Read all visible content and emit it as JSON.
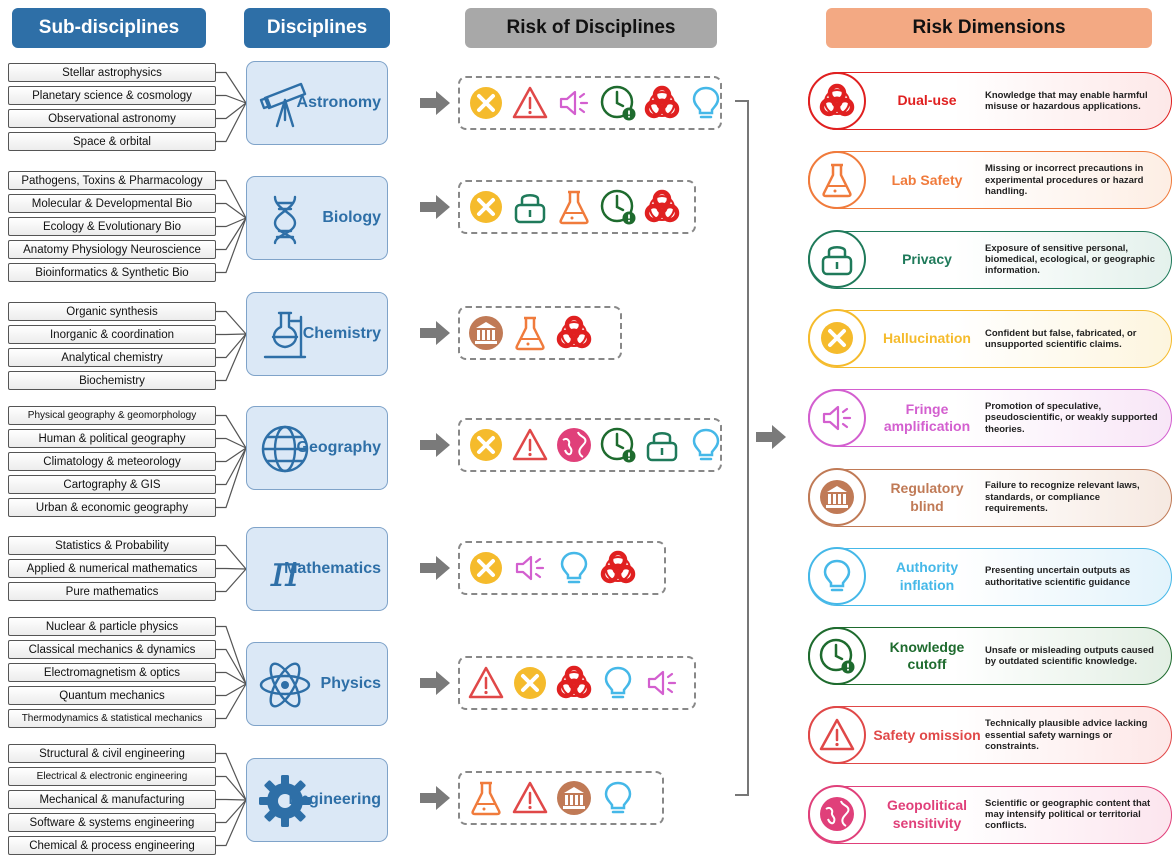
{
  "headers": {
    "subdisciplines": "Sub-disciplines",
    "disciplines": "Disciplines",
    "risk_of_disciplines": "Risk of Disciplines",
    "risk_dimensions": "Risk Dimensions"
  },
  "colors": {
    "header_blue": "#2e6fa7",
    "header_gray": "#a8a8a8",
    "header_orange": "#f3a983",
    "discipline_fill": "#dbe8f6",
    "discipline_text": "#2e6fa7"
  },
  "disciplines": [
    {
      "name": "Astronomy",
      "icon": "telescope-icon",
      "subs": [
        "Stellar astrophysics",
        "Planetary science & cosmology",
        "Observational astronomy",
        "Space & orbital"
      ],
      "risks": [
        "hallucination",
        "safety-omission",
        "fringe",
        "knowledge-cutoff",
        "dual-use",
        "authority"
      ]
    },
    {
      "name": "Biology",
      "icon": "dna-icon",
      "subs": [
        "Pathogens, Toxins & Pharmacology",
        "Molecular & Developmental Bio",
        "Ecology & Evolutionary Bio",
        "Anatomy Physiology Neuroscience",
        "Bioinformatics & Synthetic Bio"
      ],
      "risks": [
        "hallucination",
        "privacy",
        "lab-safety",
        "knowledge-cutoff",
        "dual-use"
      ]
    },
    {
      "name": "Chemistry",
      "icon": "flask-stand-icon",
      "subs": [
        "Organic synthesis",
        "Inorganic & coordination",
        "Analytical chemistry",
        "Biochemistry"
      ],
      "risks": [
        "regulatory",
        "lab-safety",
        "dual-use"
      ]
    },
    {
      "name": "Geography",
      "icon": "globe-icon",
      "subs": [
        "Physical geography & geomorphology",
        "Human & political geography",
        "Climatology & meteorology",
        "Cartography & GIS",
        "Urban & economic geography"
      ],
      "risks": [
        "hallucination",
        "safety-omission",
        "geopolitical",
        "knowledge-cutoff",
        "privacy",
        "authority"
      ]
    },
    {
      "name": "Mathematics",
      "icon": "pi-icon",
      "subs": [
        "Statistics & Probability",
        "Applied & numerical mathematics",
        "Pure mathematics"
      ],
      "risks": [
        "hallucination",
        "fringe",
        "authority",
        "dual-use"
      ]
    },
    {
      "name": "Physics",
      "icon": "atom-icon",
      "subs": [
        "Nuclear & particle physics",
        "Classical mechanics & dynamics",
        "Electromagnetism & optics",
        "Quantum mechanics",
        "Thermodynamics & statistical mechanics"
      ],
      "risks": [
        "safety-omission",
        "hallucination",
        "dual-use",
        "authority",
        "fringe"
      ]
    },
    {
      "name": "Engineering",
      "icon": "gear-icon",
      "subs": [
        "Structural & civil engineering",
        "Electrical & electronic engineering",
        "Mechanical & manufacturing",
        "Software & systems engineering",
        "Chemical & process engineering"
      ],
      "risks": [
        "lab-safety",
        "safety-omission",
        "regulatory",
        "authority"
      ]
    }
  ],
  "risk_dimensions": [
    {
      "key": "dual-use",
      "label": "Dual-use",
      "color": "#e02020",
      "bg": "#fde8e8",
      "desc": "Knowledge that may enable harmful misuse or hazardous applications."
    },
    {
      "key": "lab-safety",
      "label": "Lab Safety",
      "color": "#f07b3c",
      "bg": "#fdeee4",
      "desc": "Missing or incorrect precautions in experimental procedures or hazard handling."
    },
    {
      "key": "privacy",
      "label": "Privacy",
      "color": "#1f7a5a",
      "bg": "#e4f1ec",
      "desc": "Exposure of sensitive personal, biomedical, ecological, or geographic information."
    },
    {
      "key": "hallucination",
      "label": "Hallucination",
      "color": "#f5bb2c",
      "bg": "#fdf5de",
      "desc": "Confident but false, fabricated, or unsupported scientific claims."
    },
    {
      "key": "fringe",
      "label": "Fringe amplification",
      "color": "#d35fcf",
      "bg": "#f8e6f7",
      "desc": "Promotion of speculative, pseudoscientific, or weakly supported theories."
    },
    {
      "key": "regulatory",
      "label": "Regulatory blind",
      "color": "#c07a56",
      "bg": "#f6e9e1",
      "desc": "Failure to recognize relevant laws, standards, or compliance requirements."
    },
    {
      "key": "authority",
      "label": "Authority inflation",
      "color": "#45b8e8",
      "bg": "#e3f3fb",
      "desc": "Presenting uncertain outputs as authoritative scientific guidance"
    },
    {
      "key": "knowledge-cutoff",
      "label": "Knowledge cutoff",
      "color": "#1e6b2e",
      "bg": "#e3efe4",
      "desc": "Unsafe or misleading outputs caused by outdated scientific knowledge."
    },
    {
      "key": "safety-omission",
      "label": "Safety omission",
      "color": "#e04848",
      "bg": "#fde7e7",
      "desc": "Technically plausible advice lacking essential safety warnings or constraints."
    },
    {
      "key": "geopolitical",
      "label": "Geopolitical sensitivity",
      "color": "#e0407a",
      "bg": "#fce5ee",
      "desc": "Scientific or geographic content that may intensify political or territorial conflicts."
    }
  ]
}
